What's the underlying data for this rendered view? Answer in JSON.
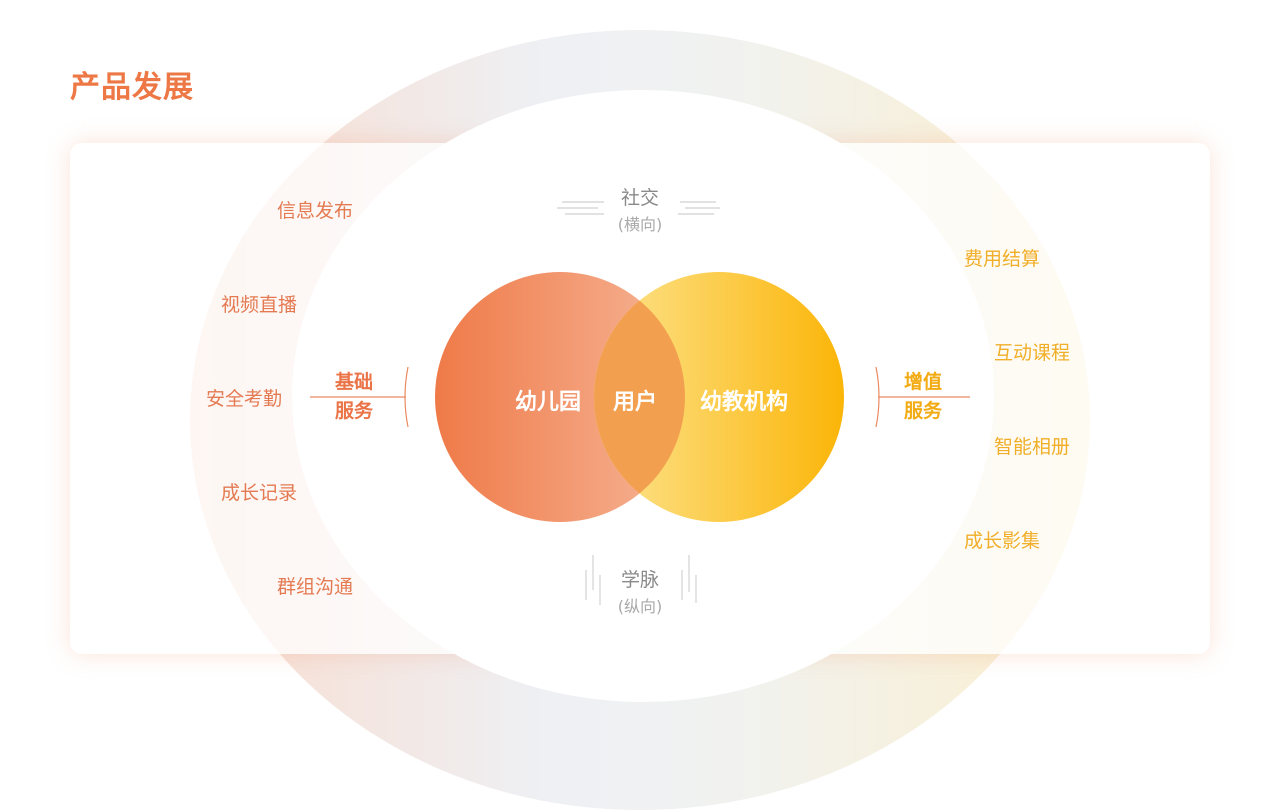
{
  "title": "产品发展",
  "center": {
    "left_circle": "幼儿园",
    "overlap": "用户",
    "right_circle": "幼教机构"
  },
  "top_axis": {
    "label": "社交",
    "sub": "(横向)"
  },
  "bottom_axis": {
    "label": "学脉",
    "sub": "(纵向)"
  },
  "left_category": {
    "line1": "基础",
    "line2": "服务"
  },
  "right_category": {
    "line1": "增值",
    "line2": "服务"
  },
  "left_items": [
    "信息发布",
    "视频直播",
    "安全考勤",
    "成长记录",
    "群组沟通"
  ],
  "right_items": [
    "费用结算",
    "互动课程",
    "智能相册",
    "成长影集"
  ],
  "colors": {
    "accent_orange": "#ee7845",
    "accent_yellow": "#f2ab13",
    "muted_gray": "#8a8a8a"
  }
}
